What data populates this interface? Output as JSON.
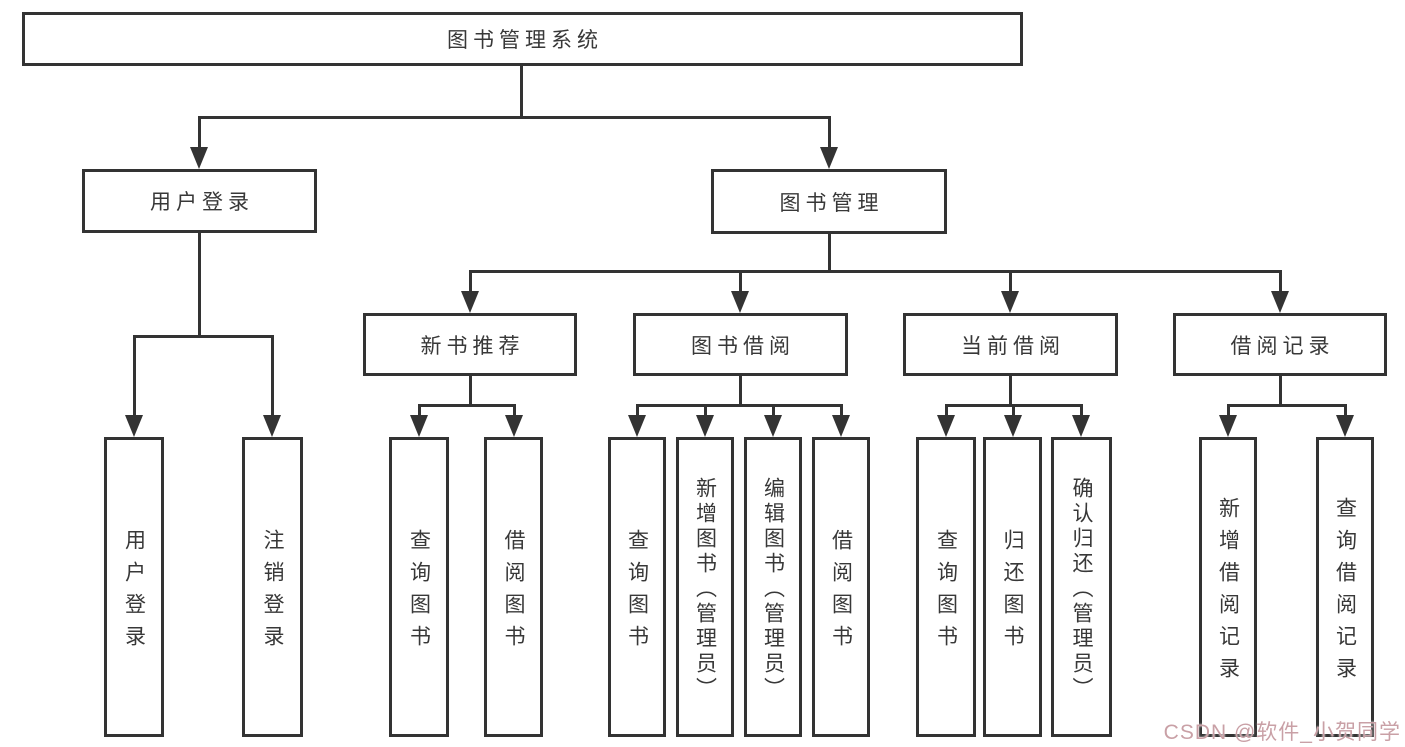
{
  "diagram": {
    "title": "图书管理系统",
    "nodes": [
      {
        "id": "root",
        "label": "图书管理系统",
        "children": [
          "user-login",
          "book-mgmt"
        ]
      },
      {
        "id": "user-login",
        "label": "用户登录",
        "children": [
          "leaf-user-login",
          "leaf-logout"
        ]
      },
      {
        "id": "book-mgmt",
        "label": "图书管理",
        "children": [
          "new-book-rec",
          "book-borrow",
          "current-borrow",
          "borrow-records"
        ]
      },
      {
        "id": "new-book-rec",
        "label": "新书推荐",
        "children": [
          "leaf-query-books-newrec",
          "leaf-borrow-books-newrec"
        ]
      },
      {
        "id": "book-borrow",
        "label": "图书借阅",
        "children": [
          "leaf-query-books-borrow",
          "leaf-add-book-admin",
          "leaf-edit-book-admin",
          "leaf-borrow-books-borrow"
        ]
      },
      {
        "id": "current-borrow",
        "label": "当前借阅",
        "children": [
          "leaf-query-books-current",
          "leaf-return-books",
          "leaf-confirm-return-admin"
        ]
      },
      {
        "id": "borrow-records",
        "label": "借阅记录",
        "children": [
          "leaf-add-borrow-record",
          "leaf-query-borrow-record"
        ]
      },
      {
        "id": "leaf-user-login",
        "label": "用户登录",
        "children": []
      },
      {
        "id": "leaf-logout",
        "label": "注销登录",
        "children": []
      },
      {
        "id": "leaf-query-books-newrec",
        "label": "查询图书",
        "children": []
      },
      {
        "id": "leaf-borrow-books-newrec",
        "label": "借阅图书",
        "children": []
      },
      {
        "id": "leaf-query-books-borrow",
        "label": "查询图书",
        "children": []
      },
      {
        "id": "leaf-add-book-admin",
        "label": "新增图书（管理员）",
        "children": []
      },
      {
        "id": "leaf-edit-book-admin",
        "label": "编辑图书（管理员）",
        "children": []
      },
      {
        "id": "leaf-borrow-books-borrow",
        "label": "借阅图书",
        "children": []
      },
      {
        "id": "leaf-query-books-current",
        "label": "查询图书",
        "children": []
      },
      {
        "id": "leaf-return-books",
        "label": "归还图书",
        "children": []
      },
      {
        "id": "leaf-confirm-return-admin",
        "label": "确认归还（管理员）",
        "children": []
      },
      {
        "id": "leaf-add-borrow-record",
        "label": "新增借阅记录",
        "children": []
      },
      {
        "id": "leaf-query-borrow-record",
        "label": "查询借阅记录",
        "children": []
      }
    ]
  },
  "watermark": {
    "text": "CSDN @软件_小贺同学"
  },
  "colors": {
    "line": "#333333",
    "text": "#383838",
    "box_background": "#ffffff",
    "page_background": "#ffffff",
    "watermark": "#c9a0a6"
  }
}
